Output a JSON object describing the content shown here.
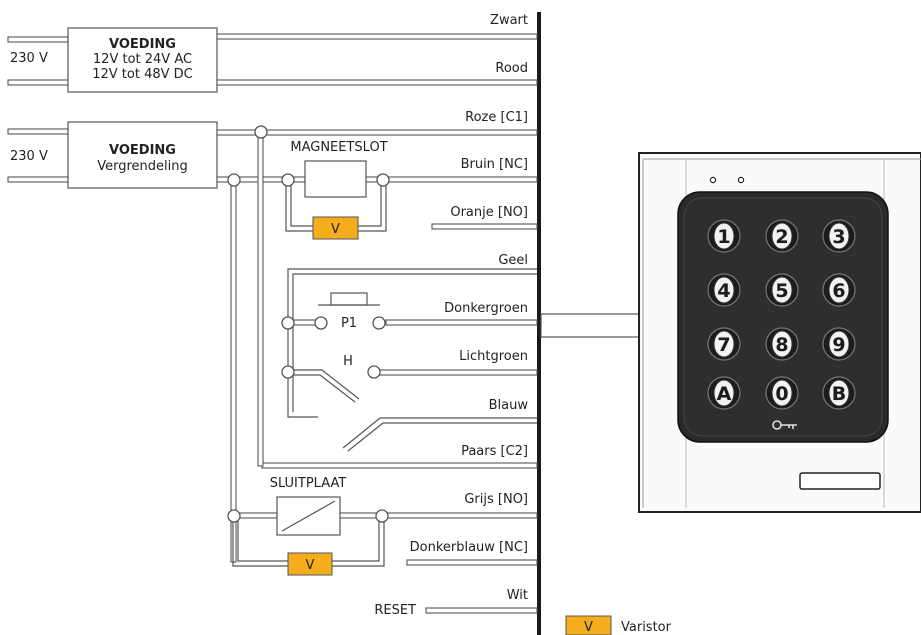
{
  "supplies": [
    {
      "input": "230 V",
      "title": "VOEDING",
      "line1": "12V tot 24V AC",
      "line2": "12V tot 48V DC"
    },
    {
      "input": "230 V",
      "title": "VOEDING",
      "line1": "Vergrendeling"
    }
  ],
  "wires": [
    "Zwart",
    "Rood",
    "Roze [C1]",
    "Bruin [NC]",
    "Oranje [NO]",
    "Geel",
    "Donkergroen",
    "Lichtgroen",
    "Blauw",
    "Paars [C2]",
    "Grijs [NO]",
    "Donkerblauw [NC]",
    "Wit"
  ],
  "components": {
    "lock": "MAGNEETSLOT",
    "strike": "SLUITPLAAT",
    "button": "P1",
    "switch": "H",
    "reset": "RESET",
    "varistor": "V"
  },
  "legend": {
    "symbol": "V",
    "text": "Varistor",
    "color": "#f5ad1e"
  },
  "keypad": {
    "keys": [
      "1",
      "2",
      "3",
      "4",
      "5",
      "6",
      "7",
      "8",
      "9",
      "A",
      "0",
      "B"
    ],
    "key_icon": "key-icon"
  }
}
